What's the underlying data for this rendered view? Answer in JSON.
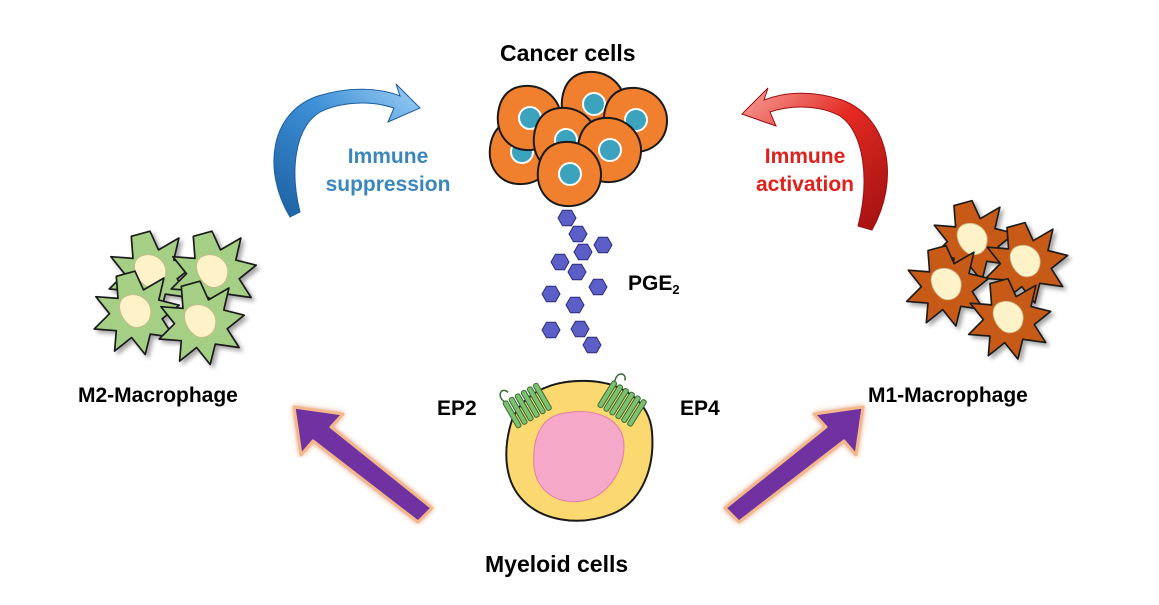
{
  "labels": {
    "cancer_cells": "Cancer cells",
    "m2_macrophage": "M2-Macrophage",
    "m1_macrophage": "M1-Macrophage",
    "ep2": "EP2",
    "ep4": "EP4",
    "myeloid_cells": "Myeloid cells",
    "pge_main": "PGE",
    "pge_sub": "2",
    "immune_suppression_1": "Immune",
    "immune_suppression_2": "suppression",
    "immune_activation_1": "Immune",
    "immune_activation_2": "activation"
  },
  "colors": {
    "cancer_cell": "#f07f2e",
    "cancer_nucleus": "#3ba3bd",
    "m2_cell": "#a4cf84",
    "m1_cell": "#c65a12",
    "macrophage_nucleus": "#fdf2c8",
    "myeloid_cell": "#fcd970",
    "myeloid_nucleus": "#f6a8c8",
    "receptor": "#7cc070",
    "pge_molecule": "#5b5fc7",
    "suppression_arrow": "#3a87bd",
    "activation_arrow": "#e0211b",
    "differentiation_arrow": "#7030a0"
  },
  "icons": [
    "cancer-cell-icon",
    "macrophage-icon",
    "myeloid-cell-icon",
    "receptor-icon",
    "pge-molecule-icon"
  ]
}
